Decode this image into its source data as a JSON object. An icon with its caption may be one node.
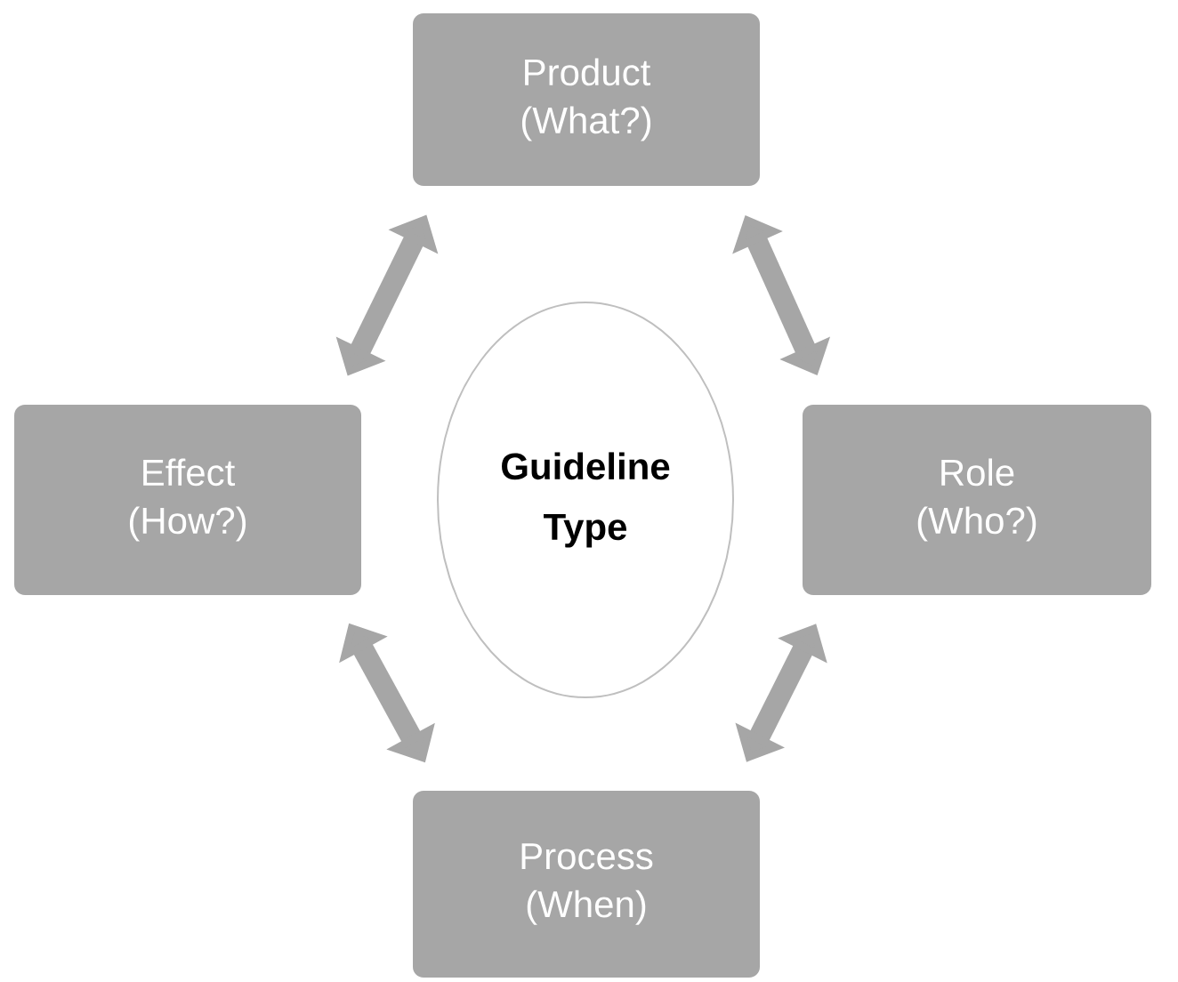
{
  "diagram": {
    "nodes": [
      {
        "text": [
          "Product",
          "(What?)"
        ]
      },
      {
        "text": [
          "Effect",
          "(How?)"
        ]
      },
      {
        "text": [
          "Guideline Type"
        ]
      },
      {
        "text": [
          "Role",
          "(Who?)"
        ]
      },
      {
        "text": [
          "Process",
          "(When)"
        ]
      }
    ],
    "edges": [
      {
        "from": 0,
        "to": 1,
        "arrow": "both"
      },
      {
        "from": 0,
        "to": 3,
        "arrow": "both"
      },
      {
        "from": 3,
        "to": 4,
        "arrow": "both"
      },
      {
        "from": 1,
        "to": 4,
        "arrow": "both"
      }
    ]
  }
}
